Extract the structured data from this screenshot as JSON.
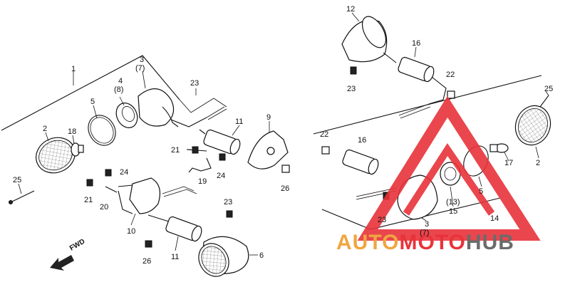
{
  "fwd_label": "FWD",
  "watermark": {
    "part1": "AUTO",
    "part2": "MOTO",
    "part3": "HUB",
    "color_primary": "#e8333a",
    "color_secondary": "#f0a640",
    "color_dark": "#6b6b6b"
  },
  "callouts": {
    "c1": "1",
    "c2": "2",
    "c3": "3",
    "c3s": "(7)",
    "c4": "4",
    "c4s": "(8)",
    "c5": "5",
    "c18": "18",
    "c23": "23",
    "c11": "11",
    "c9": "9",
    "c21": "21",
    "c24": "24",
    "c19": "19",
    "c26": "26",
    "c25": "25",
    "c21b": "21",
    "c24b": "24",
    "c20": "20",
    "c10": "10",
    "c23b": "23",
    "c11b": "11",
    "c26b": "26",
    "c6": "6",
    "c12": "12",
    "c16": "16",
    "c23c": "23",
    "c22": "22",
    "c22b": "22",
    "c16b": "16",
    "c25b": "25",
    "c2b": "2",
    "c17": "17",
    "c5b": "5",
    "c13": "(13)",
    "c15": "15",
    "c14": "14",
    "c23d": "23",
    "c3b": "3",
    "c7b": "(7)"
  }
}
